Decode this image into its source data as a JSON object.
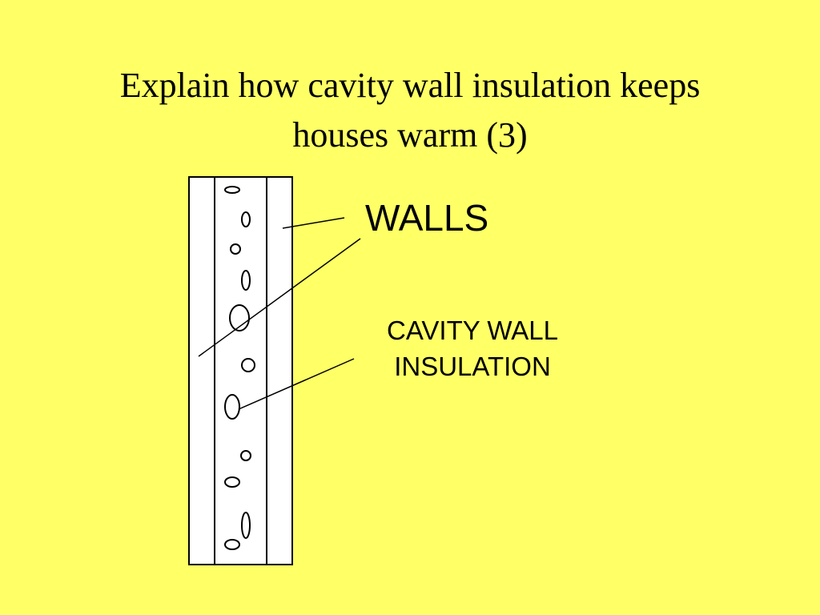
{
  "colors": {
    "background": "#FFFF66",
    "wall_fill": "#FFFFFF",
    "stroke": "#000000"
  },
  "title": {
    "line1": "Explain how cavity wall insulation keeps",
    "line2": "houses warm (3)"
  },
  "labels": {
    "walls": "WALLS",
    "insulation_line1": "CAVITY WALL",
    "insulation_line2": "INSULATION"
  }
}
